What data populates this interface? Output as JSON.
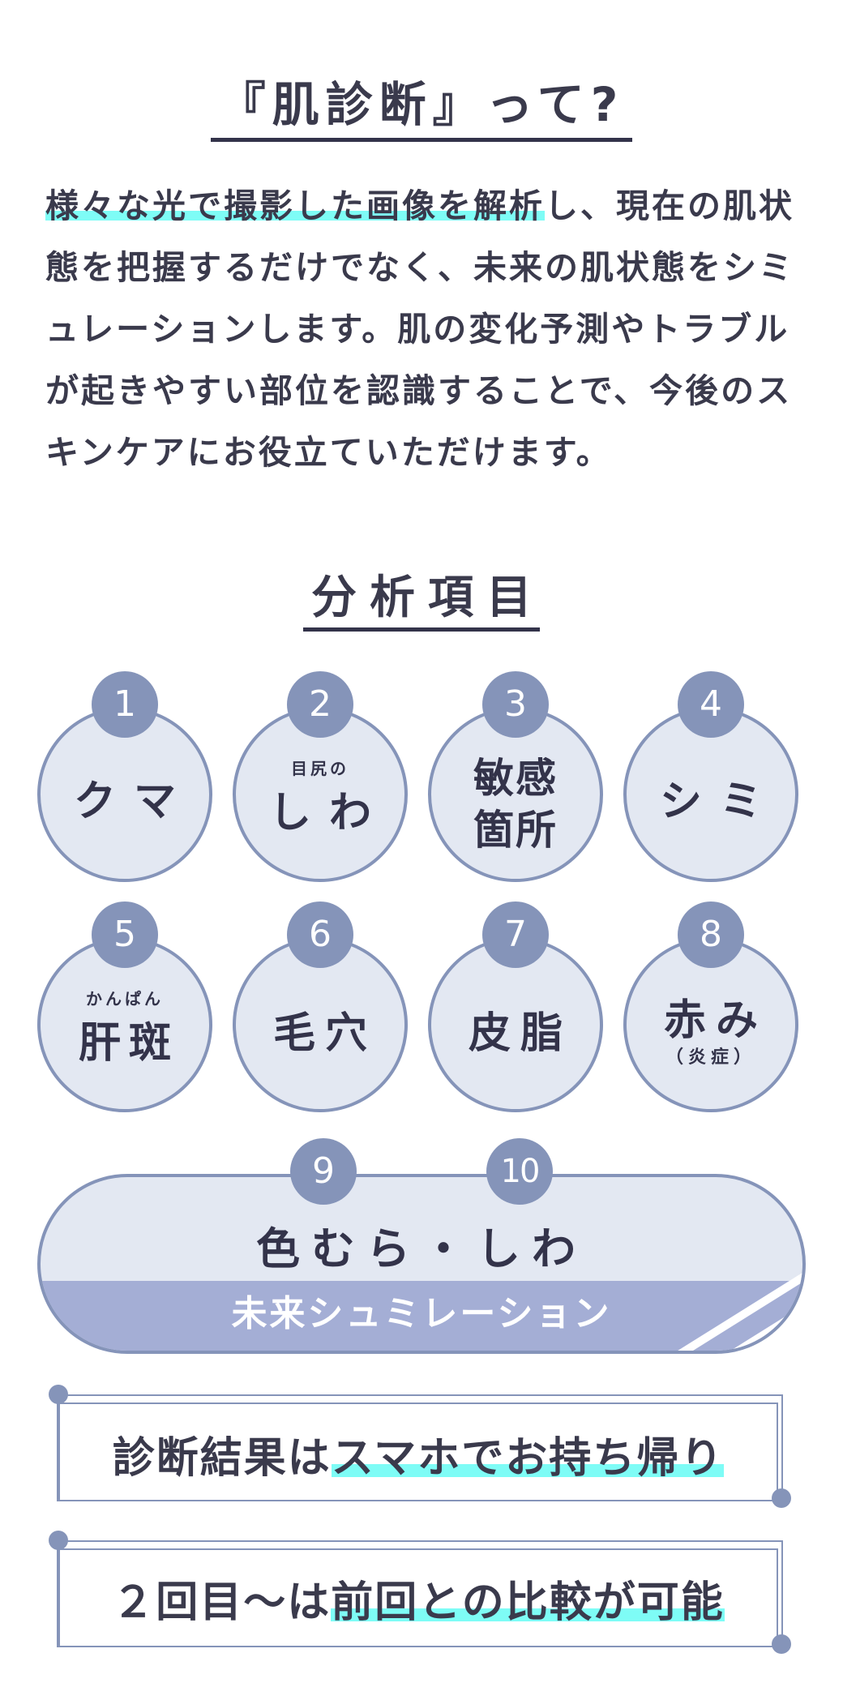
{
  "about": {
    "title": "『肌診断』って?",
    "intro_highlight": "様々な光で撮影した画像を解析",
    "intro_rest": "し、現在の肌状態を把握するだけでなく、未来の肌状態をシミュレーションします。肌の変化予測やトラブルが起きやすい部位を認識することで、今後のスキンケアにお役立ていただけます。"
  },
  "analysis": {
    "title": "分析項目",
    "items": [
      {
        "number": "1",
        "label": "クマ",
        "ruby": ""
      },
      {
        "number": "2",
        "label": "しわ",
        "ruby": "目尻の"
      },
      {
        "number": "3",
        "label": "敏感",
        "label2": "箇所"
      },
      {
        "number": "4",
        "label": "シミ"
      },
      {
        "number": "5",
        "label": "肝斑",
        "ruby": "かんぱん"
      },
      {
        "number": "6",
        "label": "毛穴"
      },
      {
        "number": "7",
        "label": "皮脂"
      },
      {
        "number": "8",
        "label": "赤み",
        "sub": "（炎症）"
      }
    ],
    "combined": {
      "number_a": "9",
      "number_b": "10",
      "label": "色むら・しわ",
      "band": "未来シュミレーション"
    }
  },
  "features": {
    "takeaway_pre": "診断結果は",
    "takeaway_hl": "スマホでお持ち帰り",
    "compare_pre": "２回目〜は",
    "compare_hl": "前回との比較が可能"
  },
  "colors": {
    "accent": "#8594b9",
    "highlight": "#7efcf6",
    "circle_fill": "#e3e8f2",
    "band": "#a4aed5",
    "text": "#3a3a4c"
  }
}
